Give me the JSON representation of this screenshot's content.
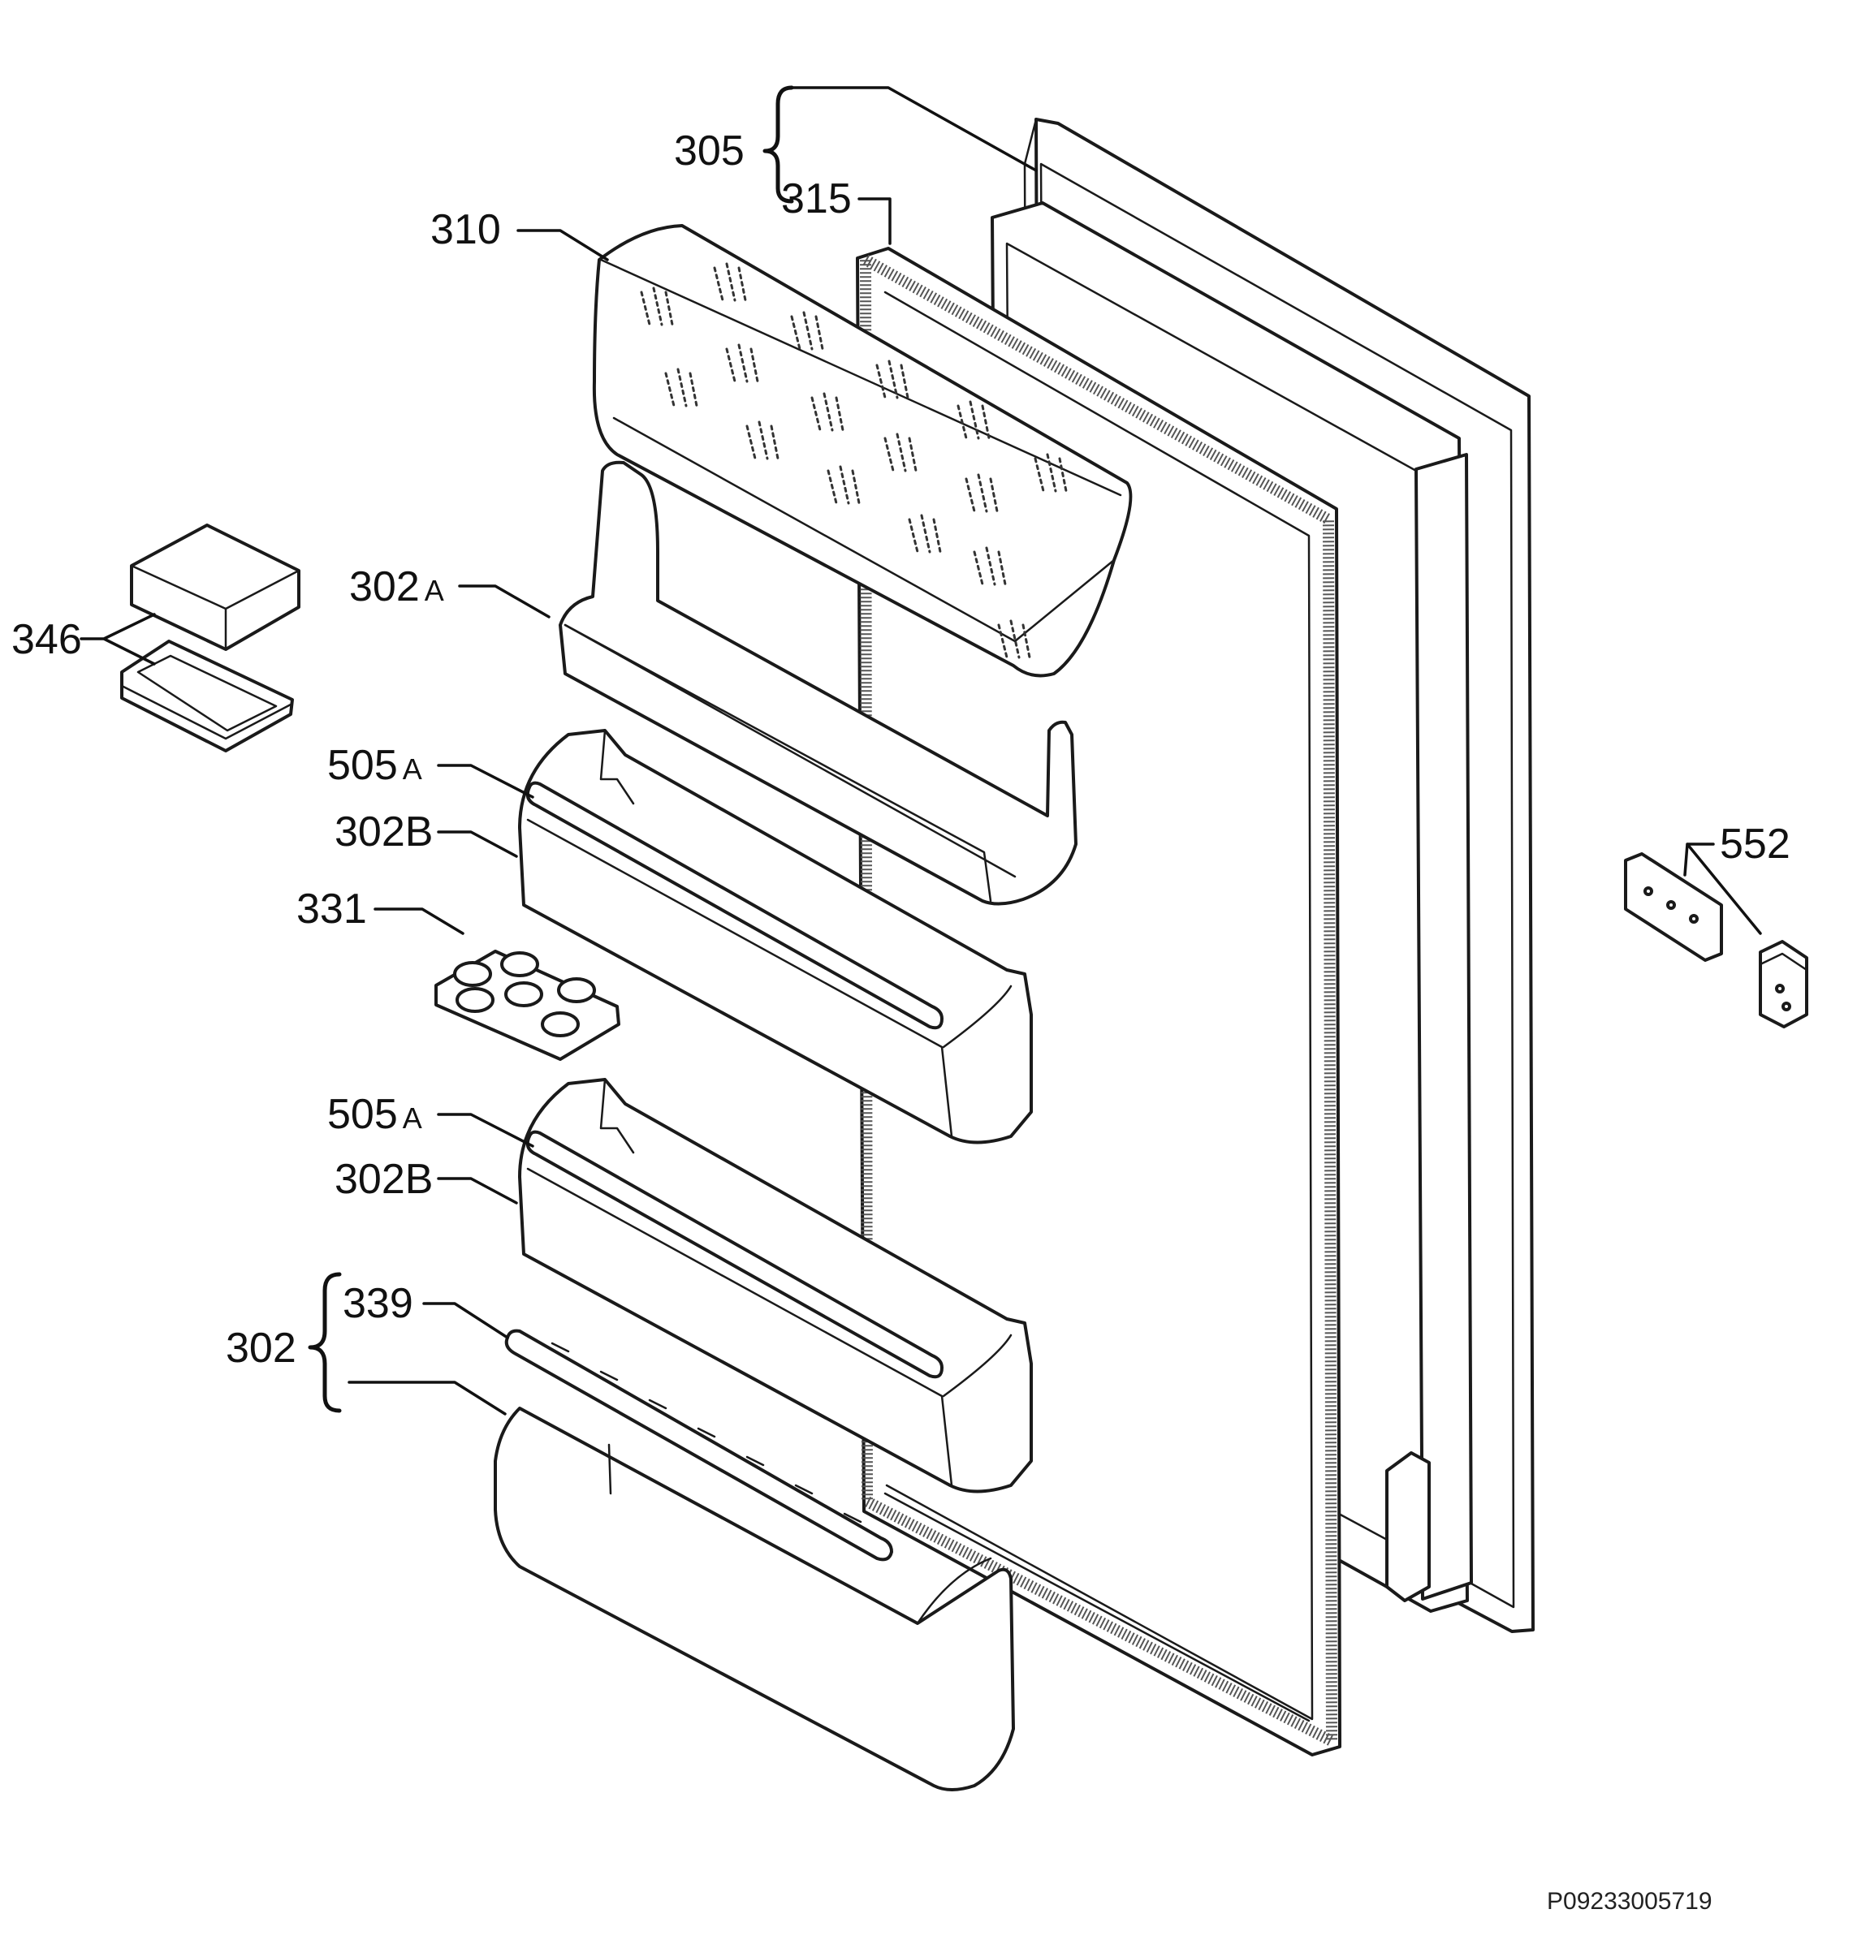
{
  "labels": {
    "l305": "305",
    "l315": "315",
    "l310": "310",
    "l302a": "302",
    "l302a_suffix": "A",
    "l346": "346",
    "l505a_1": "505",
    "l505a_1_suffix": "A",
    "l302b_1": "302B",
    "l331": "331",
    "l552": "552",
    "l505a_2": "505",
    "l505a_2_suffix": "A",
    "l302b_2": "302B",
    "l339": "339",
    "l302": "302"
  },
  "drawing_code": "P09233005719"
}
